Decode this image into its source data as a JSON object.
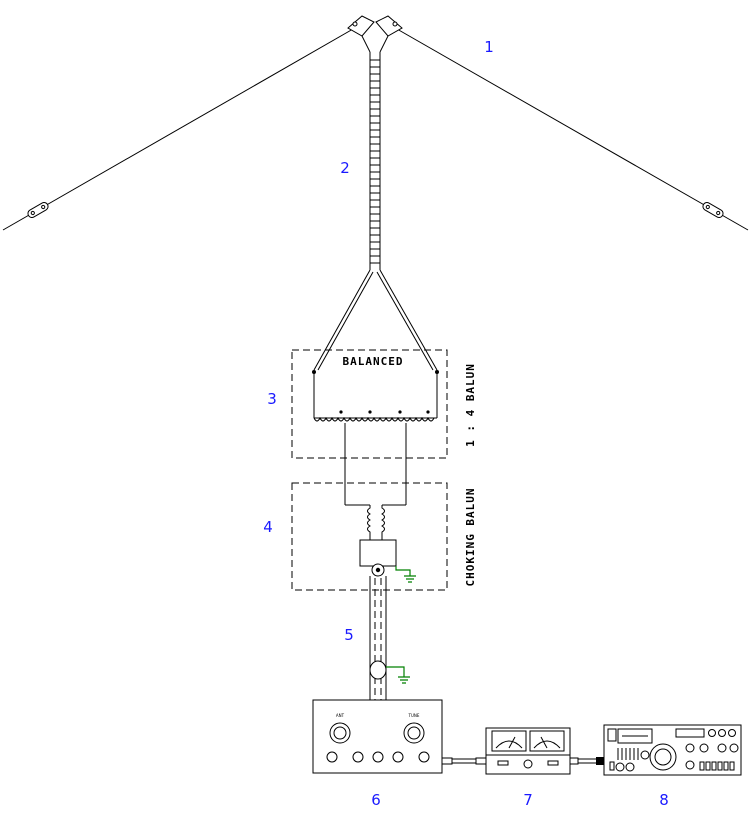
{
  "labels": {
    "balanced": "BALANCED",
    "balun_1_4": "1 : 4 BALUN",
    "choking_balun": "CHOKING BALUN"
  },
  "callouts": {
    "n1": "1",
    "n2": "2",
    "n3": "3",
    "n4": "4",
    "n5": "5",
    "n6": "6",
    "n7": "7",
    "n8": "8"
  },
  "colors": {
    "lines": "#000000",
    "callout_numbers": "#1a1aff",
    "ground": "#008000"
  },
  "icons": [
    "insulator-icon",
    "ground-icon",
    "transformer-coil-icon",
    "meter-icon",
    "knob-icon",
    "tuning-dial-icon"
  ]
}
